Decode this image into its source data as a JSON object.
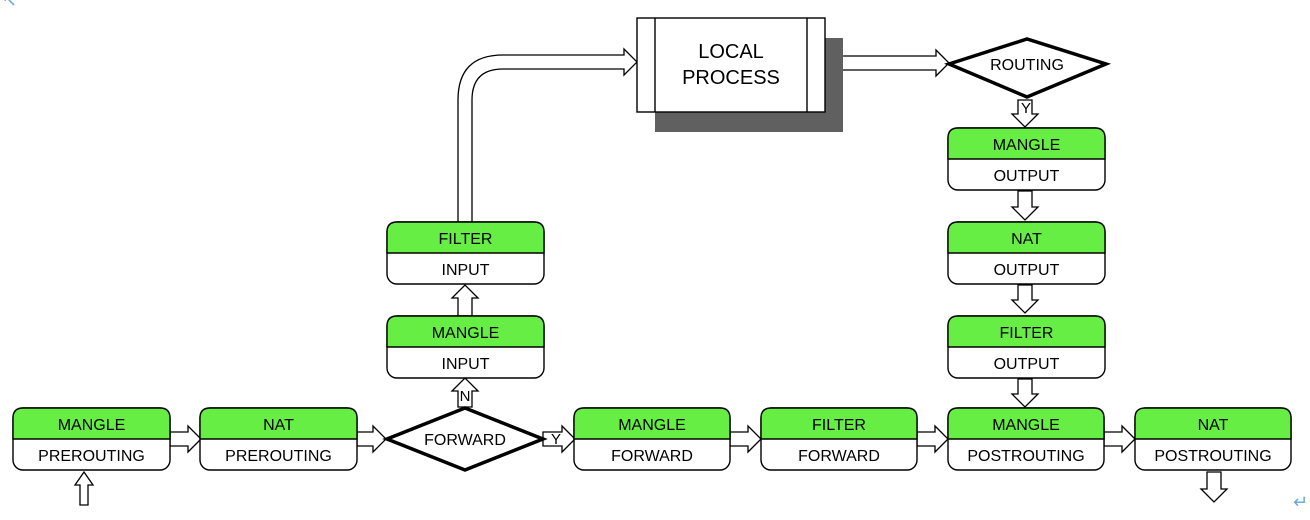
{
  "colors": {
    "header_fill": "#66ee44",
    "body_fill": "#ffffff",
    "stroke": "#000000",
    "shadow": "#606060"
  },
  "tables": {
    "mangle_prerouting": {
      "top": "MANGLE",
      "bottom": "PREROUTING"
    },
    "nat_prerouting": {
      "top": "NAT",
      "bottom": "PREROUTING"
    },
    "mangle_forward": {
      "top": "MANGLE",
      "bottom": "FORWARD"
    },
    "filter_forward": {
      "top": "FILTER",
      "bottom": "FORWARD"
    },
    "mangle_postrouting": {
      "top": "MANGLE",
      "bottom": "POSTROUTING"
    },
    "nat_postrouting": {
      "top": "NAT",
      "bottom": "POSTROUTING"
    },
    "mangle_input": {
      "top": "MANGLE",
      "bottom": "INPUT"
    },
    "filter_input": {
      "top": "FILTER",
      "bottom": "INPUT"
    },
    "mangle_output": {
      "top": "MANGLE",
      "bottom": "OUTPUT"
    },
    "nat_output": {
      "top": "NAT",
      "bottom": "OUTPUT"
    },
    "filter_output": {
      "top": "FILTER",
      "bottom": "OUTPUT"
    }
  },
  "decisions": {
    "forward": "FORWARD",
    "routing": "ROUTING"
  },
  "process": {
    "line1": "LOCAL",
    "line2": "PROCESS"
  },
  "branch_labels": {
    "yes_forward": "Y",
    "no_forward": "N",
    "yes_routing": "Y"
  },
  "glyphs": {
    "top_left": "↖",
    "bottom_right": "↵"
  }
}
